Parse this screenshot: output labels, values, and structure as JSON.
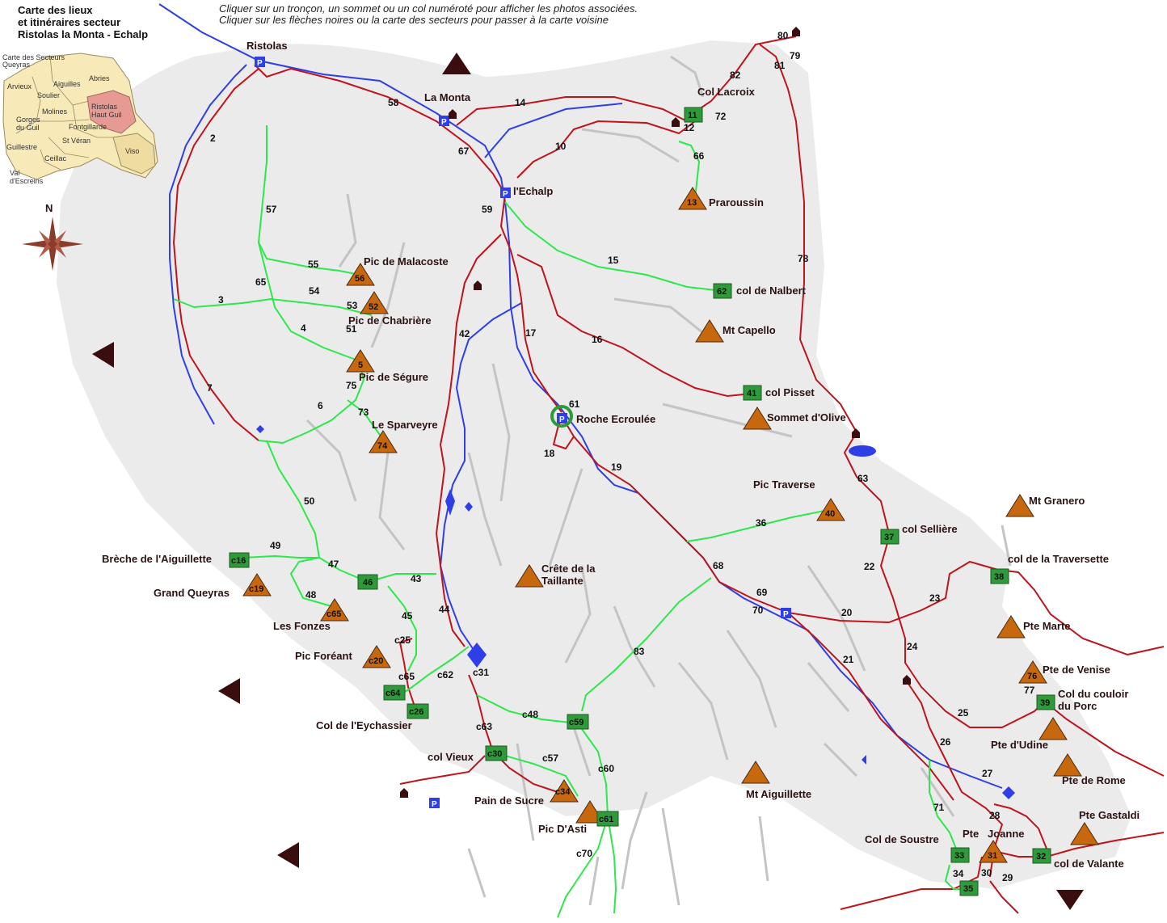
{
  "header": {
    "line1": "Carte des lieux",
    "line2": "et itinéraires secteur",
    "line3": "Ristolas la Monta - Echalp"
  },
  "instructions": {
    "line1": "Cliquer sur un tronçon, un sommet ou un col numéroté pour afficher les photos associées.",
    "line2": "Cliquer sur les flèches noires ou la carte des secteurs pour passer à la carte voisine"
  },
  "sector_map": {
    "title": "Carte des Secteurs Queyras",
    "sectors": [
      "Arvieux",
      "Aiguilles",
      "Abries",
      "Soulier",
      "Molines",
      "Ristolas Haut Guil",
      "Gorges du Guil",
      "Fontgillarde",
      "St Véran",
      "Guillestre",
      "Ceillac",
      "Viso",
      "Val d'Escreins"
    ]
  },
  "compass": {
    "north": "N"
  },
  "colors": {
    "trail_red": "#c0141c",
    "trail_green": "#2de84a",
    "river_blue": "#2f3fe8",
    "summit": "#c7680f",
    "col_box": "#2f9a3a",
    "terrain": "#ebebeb",
    "nav_arrow": "#3a0e0e"
  },
  "places": {
    "ristolas": "Ristolas",
    "la_monta": "La Monta",
    "echalp": "l'Echalp",
    "col_lacroix": "Col Lacroix",
    "praroussin": "Praroussin",
    "pic_malacoste": "Pic de Malacoste",
    "pic_chabriere": "Pic de Chabrière",
    "pic_segure": "Pic de Ségure",
    "le_sparveyre": "Le Sparveyre",
    "col_nalbert": "col de Nalbert",
    "mt_capello": "Mt Capello",
    "col_pisset": "col Pisset",
    "sommet_olive": "Sommet d'Olive",
    "roche_ecroulee": "Roche Ecroulée",
    "pic_traverse": "Pic Traverse",
    "mt_granero": "Mt Granero",
    "col_selliere": "col Sellière",
    "col_traversette": "col de la Traversette",
    "breche_aiguillette": "Brèche de l'Aiguillette",
    "grand_queyras": "Grand Queyras",
    "les_fonzes": "Les Fonzes",
    "crete_taillante_1": "Crête de la",
    "crete_taillante_2": "Taillante",
    "pic_foreant": "Pic Foréant",
    "col_eychassier": "Col de l'Eychassier",
    "col_vieux": "col Vieux",
    "pain_de_sucre": "Pain de Sucre",
    "pic_dasti": "Pic D'Asti",
    "mt_aiguillette": "Mt Aiguillette",
    "pte_marte": "Pte Marte",
    "pte_venise": "Pte de Venise",
    "col_couloir_1": "Col du couloir",
    "col_couloir_2": "du Porc",
    "pte_udine": "Pte d'Udine",
    "pte_rome": "Pte de Rome",
    "pte_gastaldi": "Pte Gastaldi",
    "col_soustre": "Col de Soustre",
    "pte_joanne_1": "Pte",
    "pte_joanne_2": "Joanne",
    "col_valante": "col de Valante"
  },
  "badges": {
    "b11": "11",
    "b13": "13",
    "b56": "56",
    "b52": "52",
    "b5": "5",
    "b74": "74",
    "b62": "62",
    "b41": "41",
    "b40": "40",
    "b37": "37",
    "b38": "38",
    "b76": "76",
    "b39": "39",
    "b33": "33",
    "b31": "31",
    "b32": "32",
    "b35": "35",
    "c16": "c16",
    "c19": "c19",
    "c65": "c65",
    "b46": "46",
    "c20": "c20",
    "c64": "c64",
    "c26": "c26",
    "c30": "c30",
    "c34": "c34",
    "c59": "c59",
    "c61": "c61"
  },
  "segments": {
    "s2": "2",
    "s3": "3",
    "s4": "4",
    "s6": "6",
    "s7": "7",
    "s10": "10",
    "s12": "12",
    "s14": "14",
    "s15": "15",
    "s16": "16",
    "s17": "17",
    "s18": "18",
    "s19": "19",
    "s20": "20",
    "s21": "21",
    "s22": "22",
    "s23": "23",
    "s24": "24",
    "s25": "25",
    "s26": "26",
    "s27": "27",
    "s28": "28",
    "s29": "29",
    "s30": "30",
    "s34": "34",
    "s36": "36",
    "s42": "42",
    "s43": "43",
    "s44": "44",
    "s45": "45",
    "s47": "47",
    "s48": "48",
    "s49": "49",
    "s50": "50",
    "s51": "51",
    "s53": "53",
    "s54": "54",
    "s55": "55",
    "s57": "57",
    "s58": "58",
    "s59": "59",
    "s61": "61",
    "s63": "63",
    "s65": "65",
    "s66": "66",
    "s67": "67",
    "s68": "68",
    "s69": "69",
    "s70": "70",
    "s71": "71",
    "s72": "72",
    "s73": "73",
    "s75": "75",
    "s77": "77",
    "s78": "78",
    "s79": "79",
    "s80": "80",
    "s81": "81",
    "s82": "82",
    "s83": "83",
    "c25": "c25",
    "c31": "c31",
    "c48": "c48",
    "c57": "c57",
    "c60": "c60",
    "c62": "c62",
    "c63": "c63",
    "c65": "c65",
    "c70": "c70"
  }
}
